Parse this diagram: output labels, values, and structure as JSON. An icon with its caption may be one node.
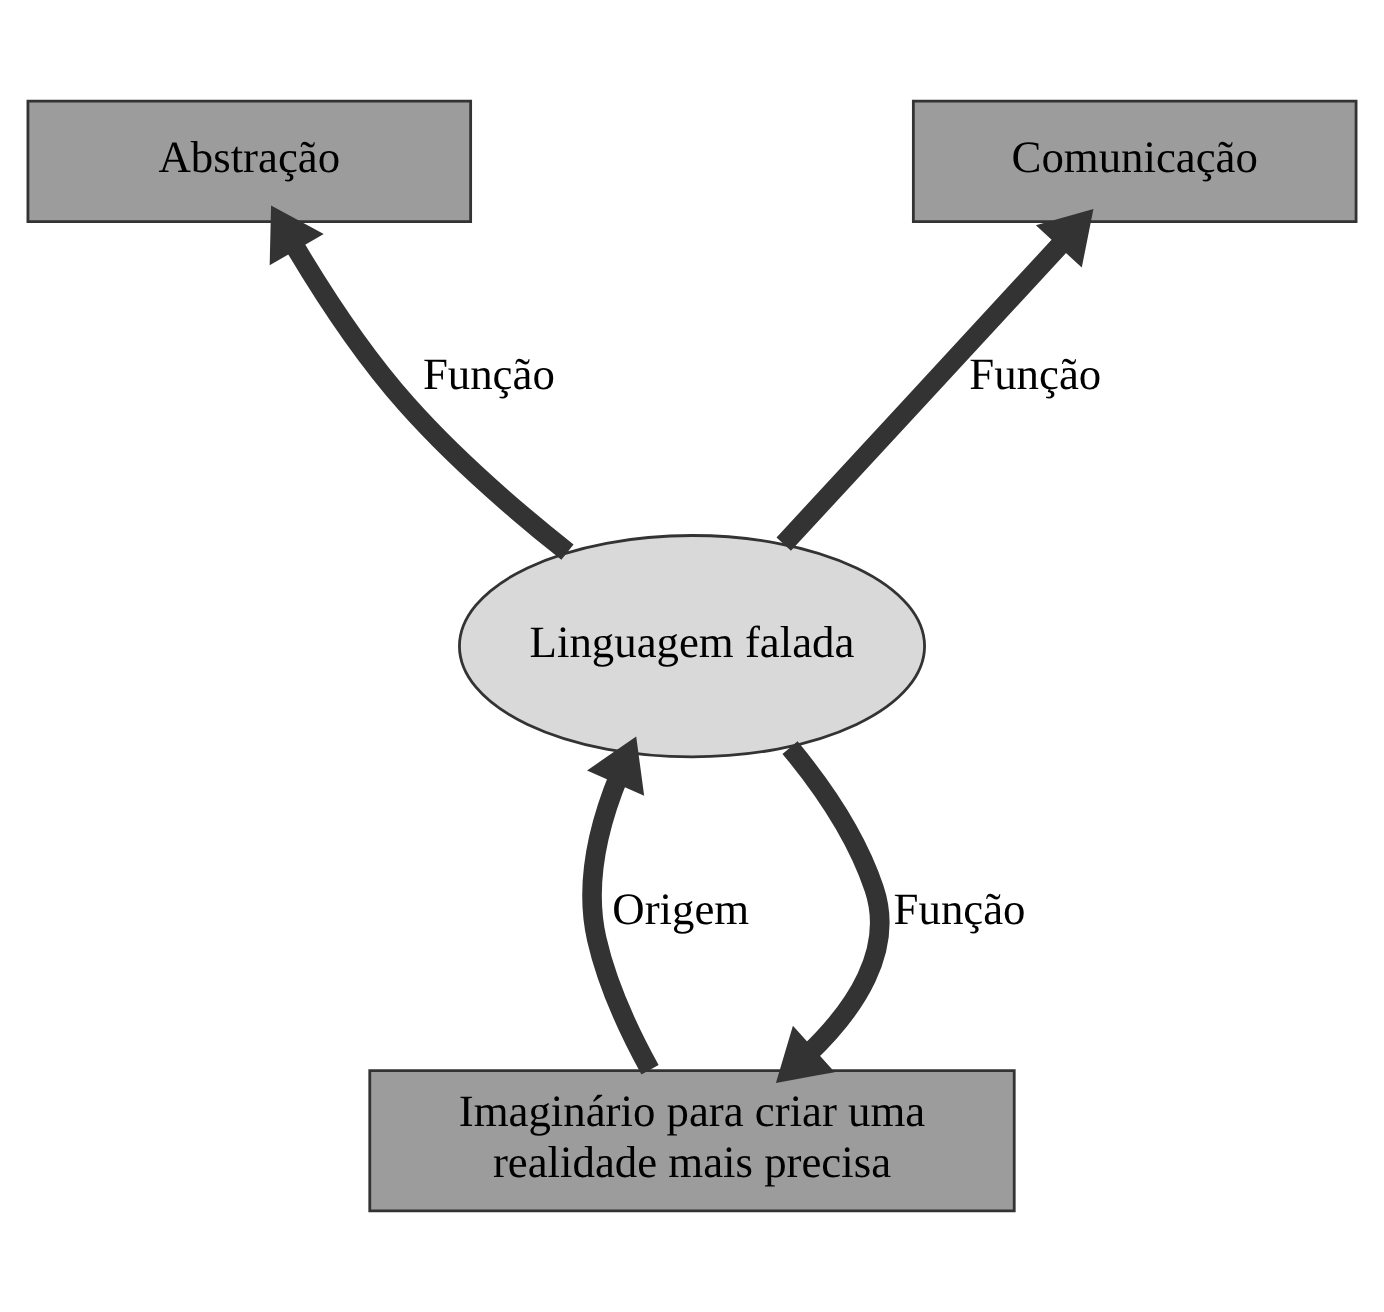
{
  "diagram": {
    "nodes": [
      {
        "text": [
          "Abstração"
        ]
      },
      {
        "text": [
          "Comunicação"
        ]
      },
      {
        "text": [
          "Linguagem falada"
        ]
      },
      {
        "text": [
          "Imaginário para criar uma realidade mais precisa"
        ]
      }
    ],
    "edges": [
      {
        "from": 2,
        "to": 0,
        "arrow": "to",
        "label": "Função"
      },
      {
        "from": 2,
        "to": 1,
        "arrow": "to",
        "label": "Função"
      },
      {
        "from": 3,
        "to": 2,
        "arrow": "to",
        "label": "Origem"
      },
      {
        "from": 2,
        "to": 3,
        "arrow": "to",
        "label": "Função"
      }
    ]
  }
}
